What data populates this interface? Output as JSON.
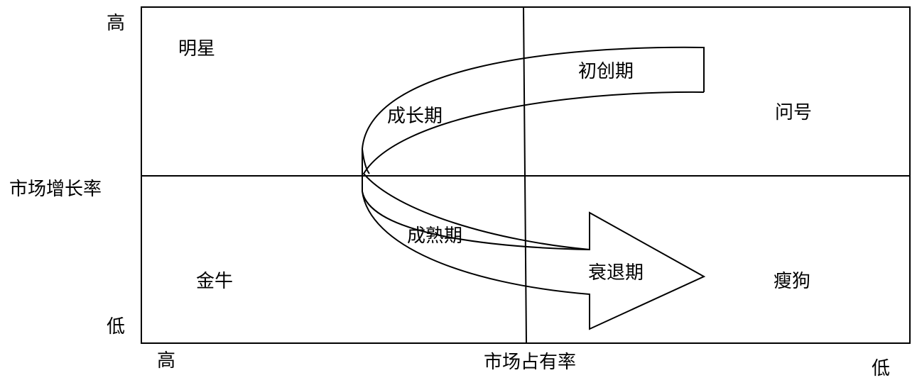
{
  "axes": {
    "y_title": "市场增长率",
    "y_high": "高",
    "y_low": "低",
    "x_title": "市场占有率",
    "x_high": "高",
    "x_low": "低"
  },
  "quadrants": {
    "top_left": "明星",
    "top_right": "问号",
    "bottom_left": "金牛",
    "bottom_right": "瘦狗"
  },
  "stages": {
    "startup": "初创期",
    "growth": "成长期",
    "maturity": "成熟期",
    "decline": "衰退期"
  },
  "colors": {
    "line": "#000000",
    "background": "#ffffff",
    "text": "#000000"
  }
}
